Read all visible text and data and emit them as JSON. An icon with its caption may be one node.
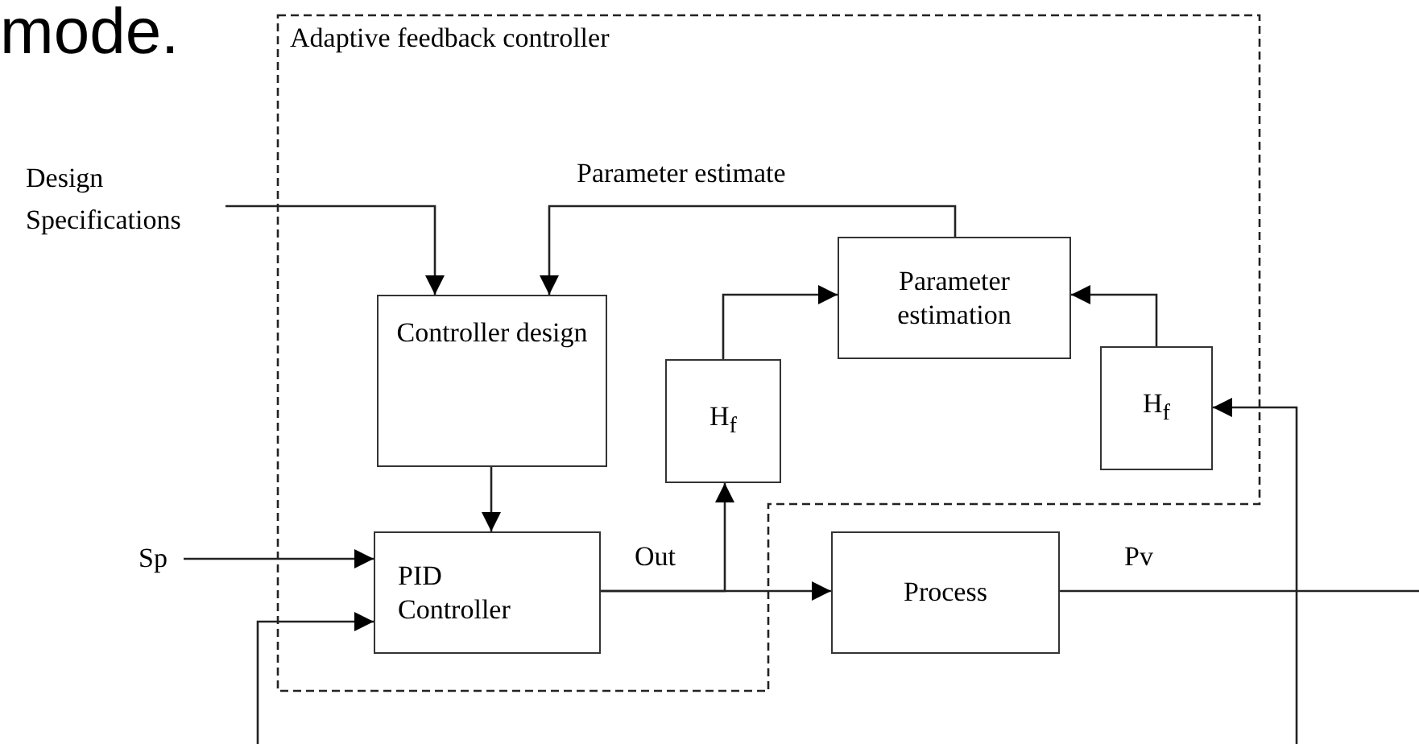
{
  "diagram": {
    "nodes": [
      {
        "text": [
          "Adaptive feedback controller"
        ]
      },
      {
        "text": [
          "Design Specifications"
        ]
      },
      {
        "text": [
          "Parameter estimation"
        ],
        "in": 0
      },
      {
        "text": [
          "Controller design"
        ],
        "in": 0
      },
      {
        "text": [
          "H$_{f}$"
        ],
        "in": 0
      },
      {
        "text": [
          "H$_{f}$"
        ],
        "in": 0
      },
      {
        "text": [
          "Sp"
        ]
      },
      {
        "text": [
          "PID Controller"
        ],
        "in": 0
      },
      {
        "text": [
          "Process"
        ]
      }
    ],
    "edges": [
      {
        "from": 1,
        "to": 3,
        "arrow": "to"
      },
      {
        "from": 2,
        "to": 3,
        "arrow": "to",
        "label": "Parameter estimate"
      },
      {
        "from": 3,
        "to": 7,
        "arrow": "to"
      },
      {
        "from": 4,
        "to": 2,
        "arrow": "to"
      },
      {
        "from": 5,
        "to": 2,
        "arrow": "to"
      },
      {
        "from": 6,
        "to": 7,
        "arrow": "to"
      },
      {
        "from": null,
        "to": 7,
        "arrow": "to"
      },
      {
        "from": 7,
        "to": 8,
        "arrow": "to",
        "label": "Out"
      },
      {
        "from": 7,
        "to": 4,
        "arrow": "to"
      },
      {
        "from": 8,
        "to": null,
        "arrow": "none",
        "label": "Pv"
      },
      {
        "from": null,
        "to": 5,
        "arrow": "to"
      }
    ],
    "labels": [
      "mode."
    ]
  }
}
